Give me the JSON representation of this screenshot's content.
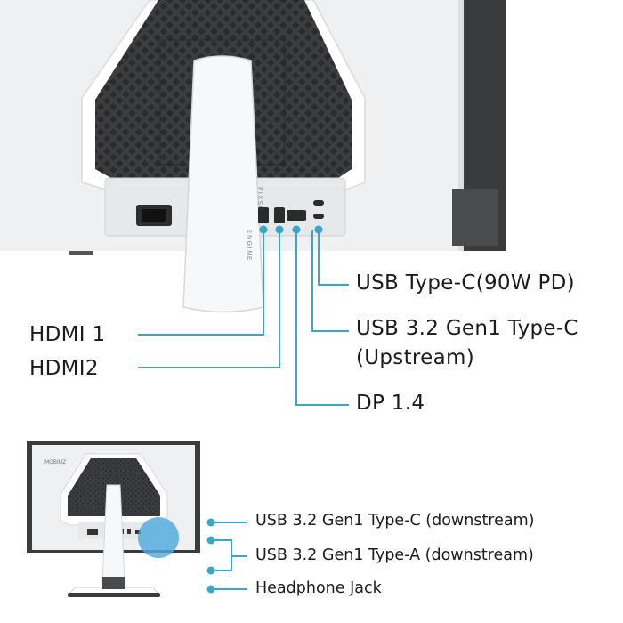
{
  "colors": {
    "accent": "#3aa6c8",
    "monitor_body": "#e9eaec",
    "grille": "#3c3d40",
    "bezel": "#3a3b3d",
    "highlight": "#4fa9dd"
  },
  "monitor": {
    "stand_text_1": "PIXSOUL",
    "stand_text_2": "ENGINE",
    "brand_small": "MOBIUZ"
  },
  "top_ports": {
    "usb_c_pd": "USB Type-C(90W PD)",
    "usb_upstream_line1": "USB 3.2 Gen1 Type-C",
    "usb_upstream_line2": "(Upstream)",
    "dp": "DP 1.4",
    "hdmi1": "HDMI 1",
    "hdmi2": "HDMI2"
  },
  "side_ports": {
    "usb_c_down": "USB 3.2 Gen1 Type-C (downstream)",
    "usb_a_down": "USB 3.2 Gen1 Type-A (downstream)",
    "headphone": "Headphone Jack"
  }
}
